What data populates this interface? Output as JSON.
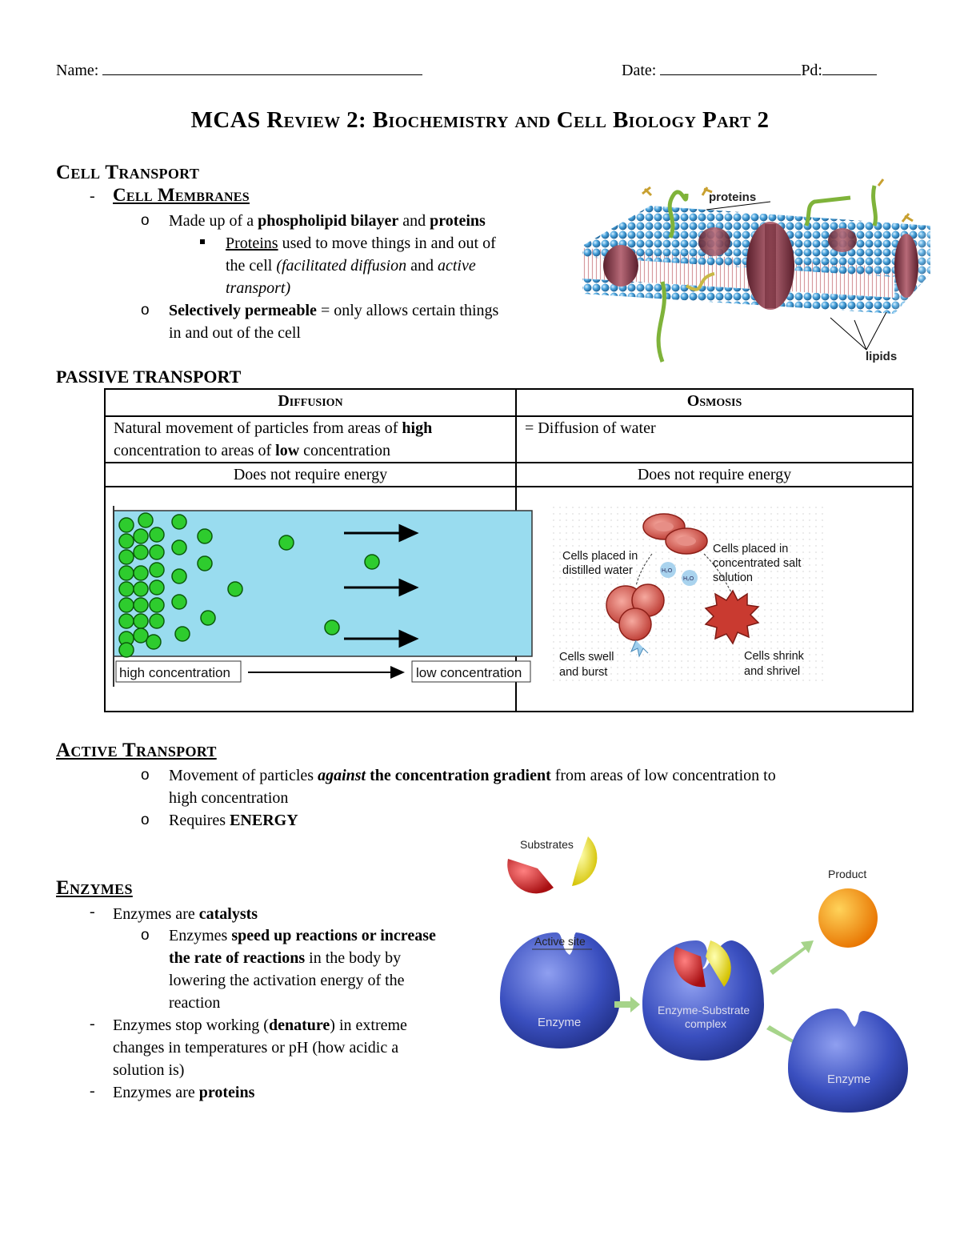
{
  "header": {
    "name_label": "Name:",
    "date_label": "Date:",
    "pd_label": "Pd:"
  },
  "title": "MCAS Review 2: Biochemistry and Cell Biology Part 2",
  "cell_transport": {
    "heading": "Cell Transport",
    "membranes_heading": "Cell Membranes",
    "made_up_pre": "Made up of a ",
    "made_up_b1": "phospholipid bilayer",
    "made_up_mid": " and ",
    "made_up_b2": "proteins",
    "proteins_word": "Proteins",
    "proteins_rest1": " used to move things in and out of",
    "proteins_line2_pre": "the cell ",
    "proteins_fd": "(facilitated diffusion",
    "proteins_and": " and ",
    "proteins_at": "active",
    "proteins_line3": "transport)",
    "selective_b": "Selectively permeable",
    "selective_rest": " = only allows certain things",
    "selective_line2": "in and out of the cell",
    "membrane_labels": {
      "proteins": "proteins",
      "lipids": "lipids"
    }
  },
  "passive": {
    "heading": "PASSIVE TRANSPORT",
    "diffusion_header": "Diffusion",
    "osmosis_header": "Osmosis",
    "diffusion_def_1": "Natural movement of particles from areas of ",
    "diffusion_def_high": "high",
    "diffusion_def_2": "concentration to areas of ",
    "diffusion_def_low": "low",
    "diffusion_def_3": " concentration",
    "osmosis_def": "= Diffusion of water",
    "energy_left": "Does not require energy",
    "energy_right": "Does not require energy",
    "diffusion_fig": {
      "high_label": "high concentration",
      "low_label": "low concentration"
    },
    "osmosis_fig": {
      "distilled": [
        "Cells placed in",
        "distilled water"
      ],
      "salt": [
        "Cells placed in",
        "concentrated salt",
        "solution"
      ],
      "swell": [
        "Cells swell",
        "and burst"
      ],
      "shrink": [
        "Cells shrink",
        "and shrivel"
      ],
      "h2o": "H₂O"
    }
  },
  "active": {
    "heading": "Active Transport",
    "move_pre": "Movement of particles ",
    "move_against": "against",
    "move_gradient": " the concentration gradient",
    "move_rest": " from areas of low concentration to",
    "move_line2": "high concentration",
    "requires": "Requires ",
    "energy": "ENERGY"
  },
  "enzymes": {
    "heading": "Enzymes",
    "catalysts_pre": "Enzymes are ",
    "catalysts": "catalysts",
    "speed_pre": "Enzymes ",
    "speed_b1": "speed up reactions or increase",
    "speed_b2": "the rate of reactions",
    "speed_rest": " in the body by",
    "speed_line3": "lowering the activation energy of the",
    "speed_line4": "reaction",
    "denature_pre": "Enzymes stop working (",
    "denature_b": "denature",
    "denature_rest": ") in extreme",
    "denature_line2": "changes in temperatures or pH (how acidic a",
    "denature_line3": "solution is)",
    "proteins_pre": "Enzymes are ",
    "proteins_b": "proteins",
    "fig": {
      "substrates": "Substrates",
      "active_site": "Active site",
      "enzyme": "Enzyme",
      "complex": [
        "Enzyme-Substrate",
        "complex"
      ],
      "product": "Product",
      "enzyme2": "Enzyme"
    }
  }
}
